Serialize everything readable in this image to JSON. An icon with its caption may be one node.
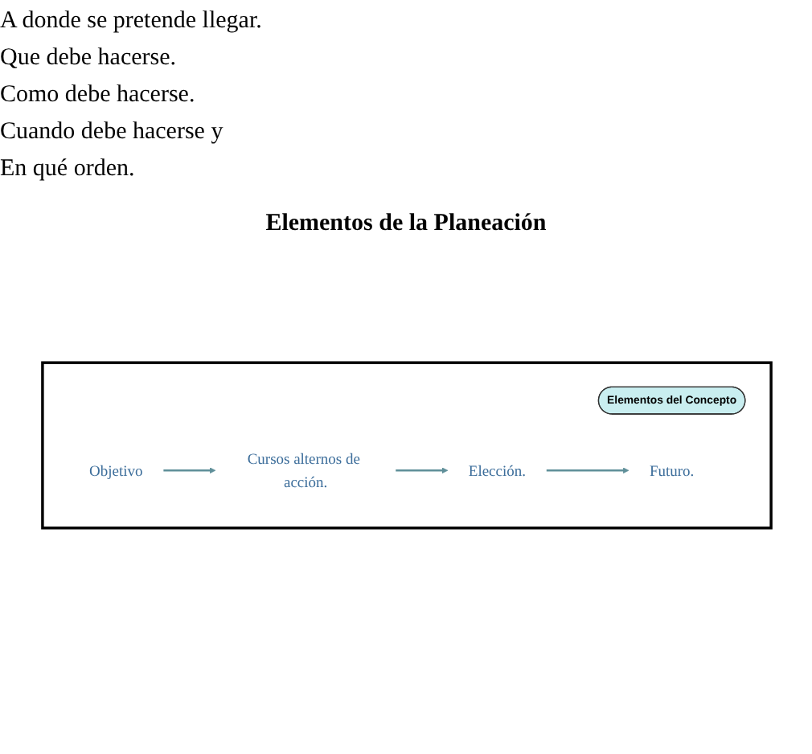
{
  "diagram": {
    "title": "Elementos de la Planeación",
    "nodes": [
      {
        "text": [],
        "shape": "box"
      },
      {
        "text": [
          "Elementos del Concepto"
        ],
        "in": 0
      },
      {
        "text": [
          "Futuro."
        ],
        "in": 0
      },
      {
        "text": [
          "Objetivo"
        ],
        "in": 0
      },
      {
        "text": [
          "Cursos alternos de acción."
        ],
        "in": 0
      },
      {
        "text": [
          "Elección."
        ],
        "in": 0
      }
    ],
    "edges": [
      {
        "from": 3,
        "to": 4,
        "arrow": "to"
      },
      {
        "from": 4,
        "to": 5,
        "arrow": "to"
      },
      {
        "from": 5,
        "to": 2,
        "arrow": "to"
      }
    ],
    "labels": [
      "A donde se pretende llegar.",
      "Que debe hacerse.",
      "Como debe hacerse.",
      "Cuando debe hacerse y",
      "En qué orden."
    ]
  }
}
